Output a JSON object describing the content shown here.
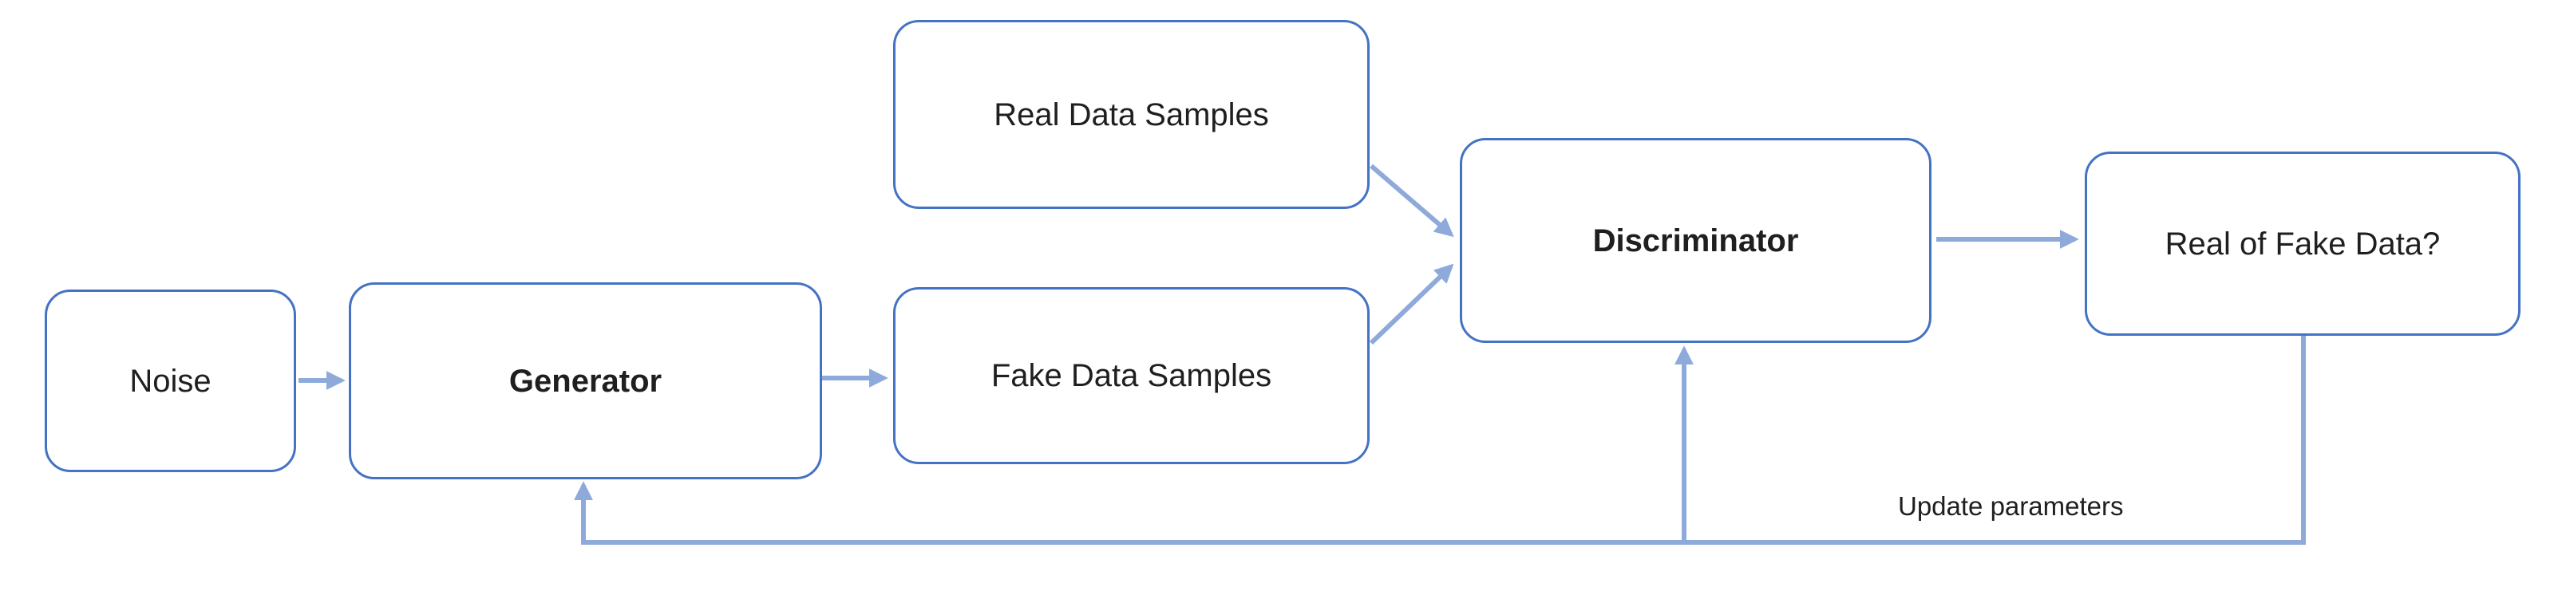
{
  "nodes": {
    "noise": {
      "label": "Noise"
    },
    "generator": {
      "label": "Generator"
    },
    "real_data": {
      "label": "Real Data Samples"
    },
    "fake_data": {
      "label": "Fake Data Samples"
    },
    "discriminator": {
      "label": "Discriminator"
    },
    "output": {
      "label": "Real of Fake Data?"
    }
  },
  "annotations": {
    "update_parameters": "Update parameters"
  },
  "colors": {
    "box_border": "#4472C4",
    "arrow": "#8EAADB",
    "text": "#1f1f1f"
  }
}
